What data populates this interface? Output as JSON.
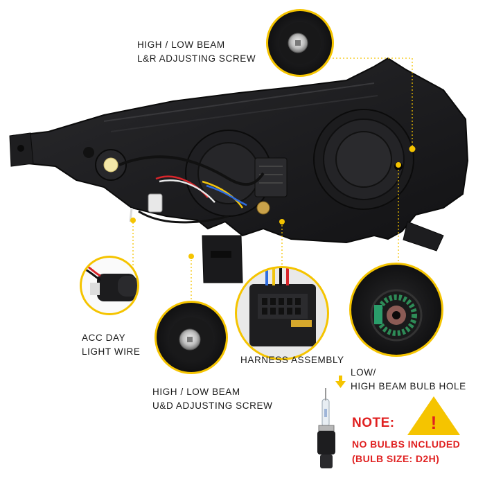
{
  "callouts": {
    "lr_screw": {
      "line1": "HIGH / LOW BEAM",
      "line2": "L&R ADJUSTING SCREW"
    },
    "acc_wire": {
      "line1": "ACC DAY",
      "line2": "LIGHT WIRE"
    },
    "harness": {
      "line1": "HARNESS ASSEMBLY"
    },
    "ud_screw": {
      "line1": "HIGH / LOW BEAM",
      "line2": "U&D ADJUSTING SCREW"
    },
    "bulb_hole": {
      "line1": "LOW/",
      "line2": "HIGH BEAM BULB HOLE"
    }
  },
  "note": {
    "title": "NOTE:",
    "line1": "NO BULBS INCLUDED",
    "line2": "(BULB SIZE: D2H)",
    "warning_symbol": "!"
  },
  "colors": {
    "accent_yellow": "#f5c400",
    "note_red": "#e02020",
    "housing": "#1b1b1d"
  },
  "icons": [
    "arrow-down-icon",
    "warning-triangle-icon"
  ]
}
